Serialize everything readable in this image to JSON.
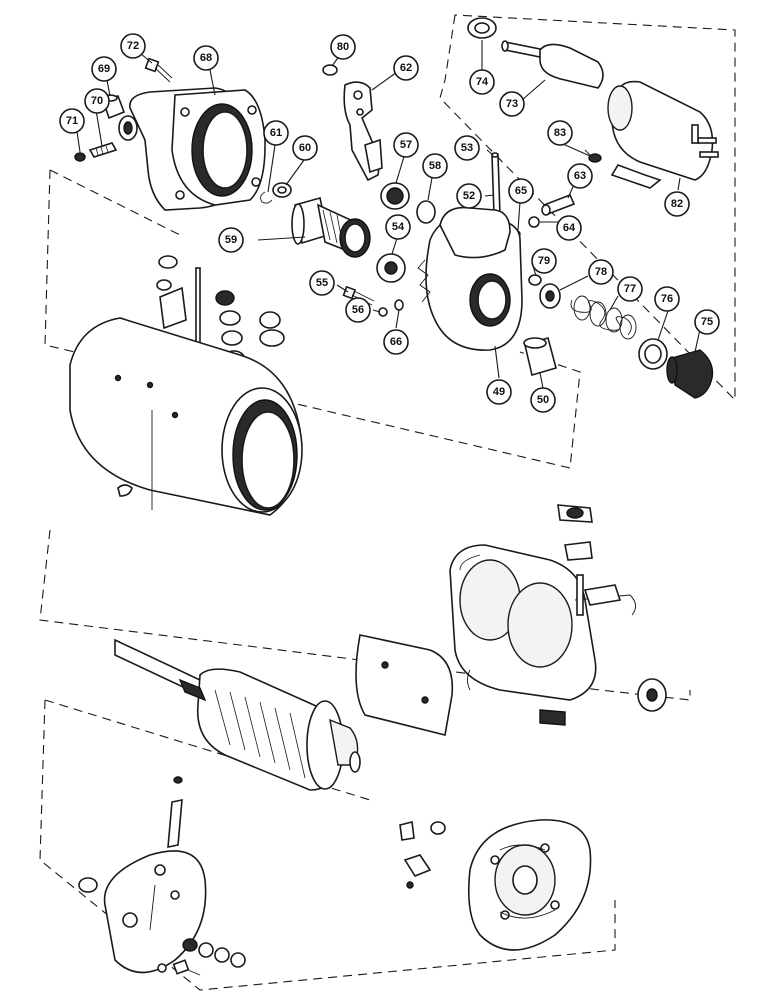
{
  "callouts": [
    {
      "id": "72"
    },
    {
      "id": "68"
    },
    {
      "id": "80"
    },
    {
      "id": "62"
    },
    {
      "id": "74"
    },
    {
      "id": "69"
    },
    {
      "id": "70"
    },
    {
      "id": "71"
    },
    {
      "id": "73"
    },
    {
      "id": "83"
    },
    {
      "id": "61"
    },
    {
      "id": "60"
    },
    {
      "id": "57"
    },
    {
      "id": "58"
    },
    {
      "id": "53"
    },
    {
      "id": "63"
    },
    {
      "id": "82"
    },
    {
      "id": "52"
    },
    {
      "id": "65"
    },
    {
      "id": "64"
    },
    {
      "id": "59"
    },
    {
      "id": "54"
    },
    {
      "id": "79"
    },
    {
      "id": "78"
    },
    {
      "id": "77"
    },
    {
      "id": "55"
    },
    {
      "id": "56"
    },
    {
      "id": "76"
    },
    {
      "id": "75"
    },
    {
      "id": "66"
    },
    {
      "id": "49"
    },
    {
      "id": "50"
    }
  ]
}
